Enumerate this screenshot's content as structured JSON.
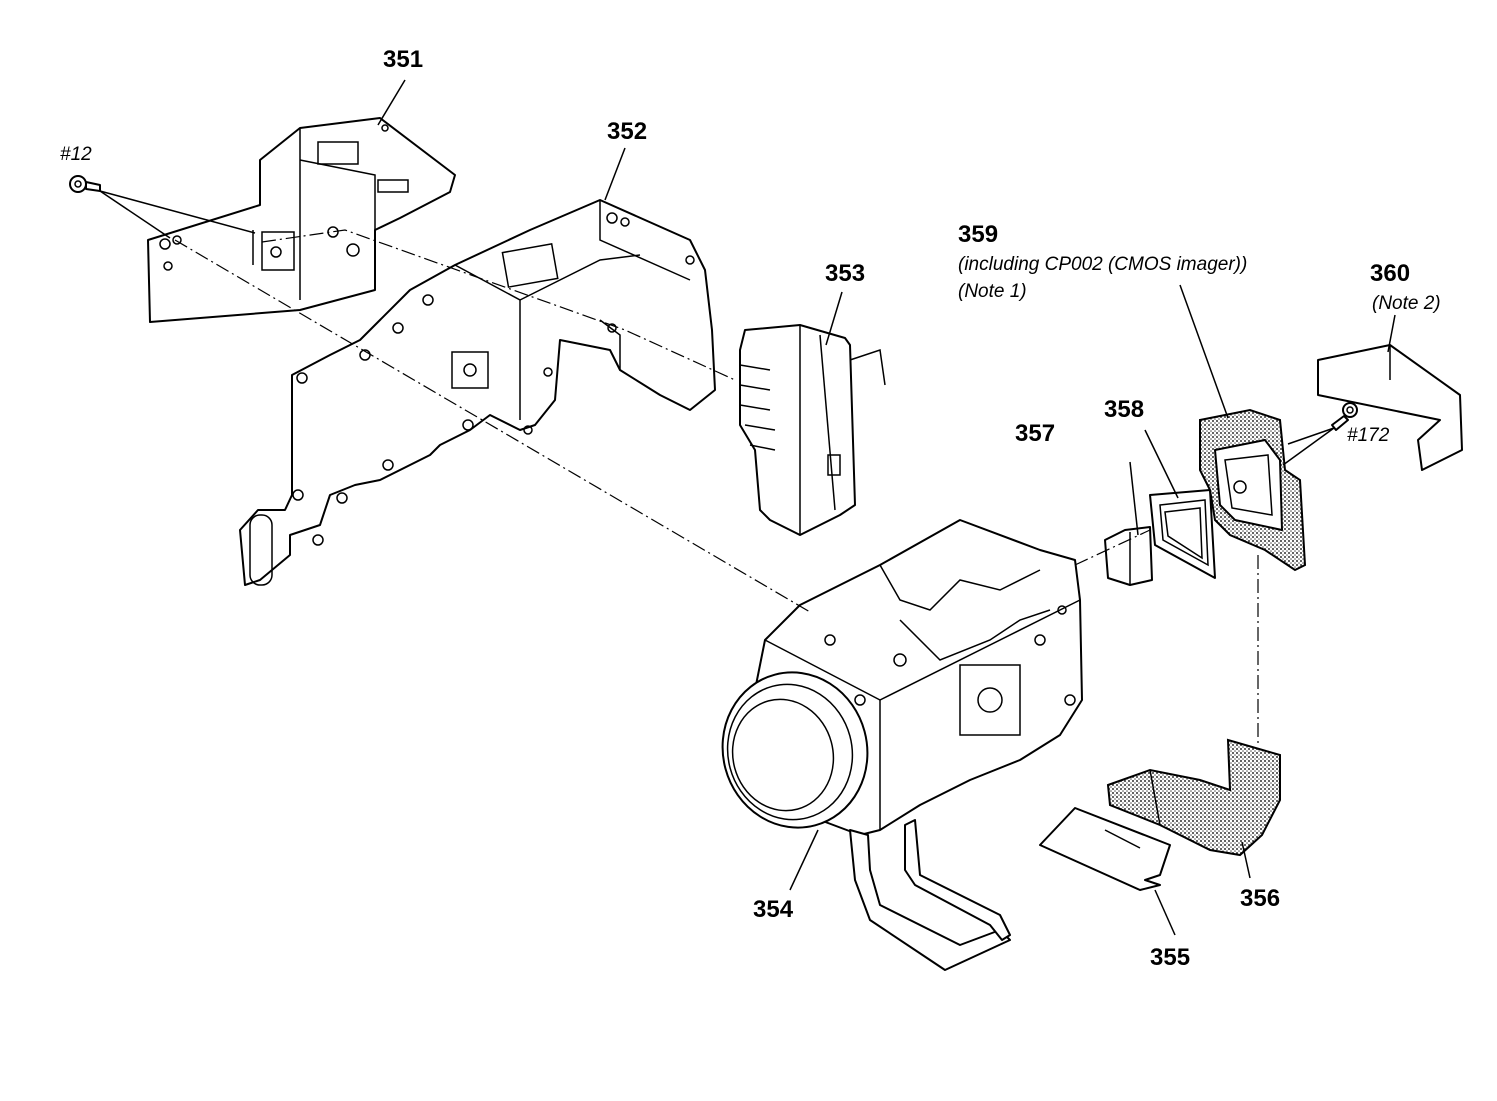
{
  "labels": {
    "p351": "351",
    "p352": "352",
    "p353": "353",
    "p354": "354",
    "p355": "355",
    "p356": "356",
    "p357": "357",
    "p358": "358",
    "p359": "359",
    "p359_desc": "(including CP002 (CMOS imager))",
    "p359_note": "(Note 1)",
    "p360": "360",
    "p360_note": "(Note 2)",
    "screw12": "#12",
    "screw172": "#172"
  }
}
